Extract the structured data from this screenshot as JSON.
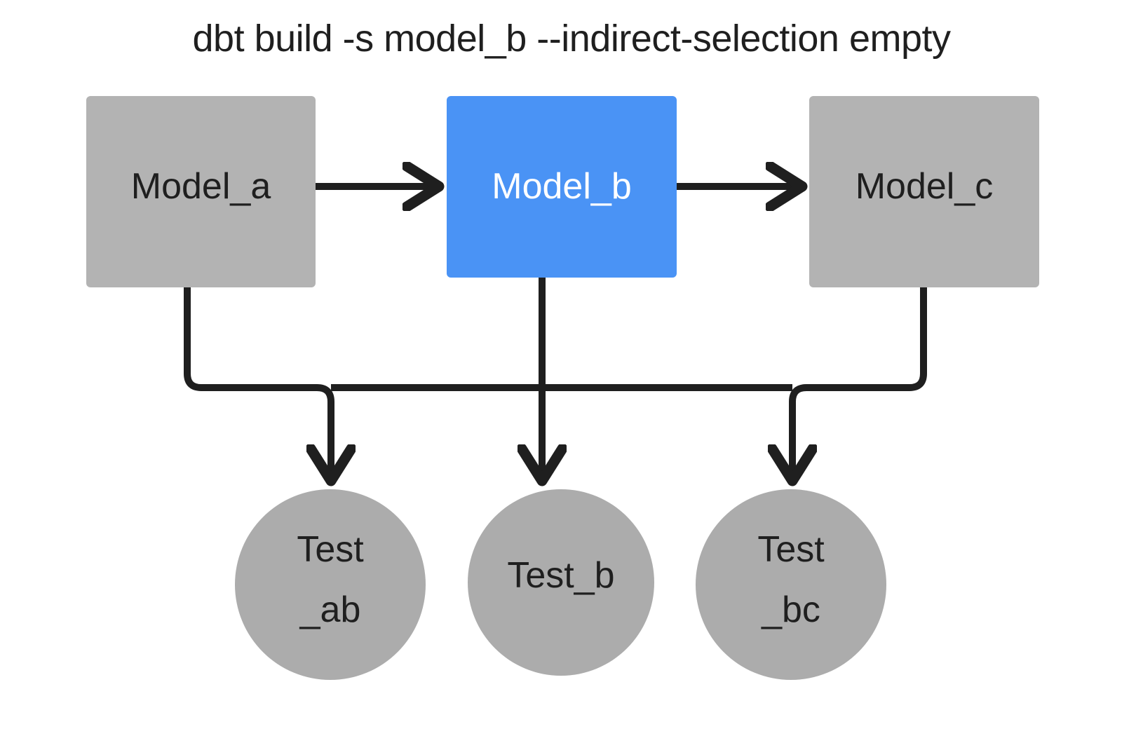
{
  "title": "dbt build -s model_b --indirect-selection empty",
  "colors": {
    "background": "#ffffff",
    "model_gray": "#b3b3b3",
    "model_selected_blue": "#4a93f5",
    "test_gray": "#acacac",
    "edge_black": "#1f1f1f",
    "text_dark": "#1f1f1f",
    "text_light": "#ffffff"
  },
  "models": [
    {
      "id": "model_a",
      "label": "Model_a",
      "state": "unselected"
    },
    {
      "id": "model_b",
      "label": "Model_b",
      "state": "selected"
    },
    {
      "id": "model_c",
      "label": "Model_c",
      "state": "unselected"
    }
  ],
  "tests": [
    {
      "id": "test_ab",
      "line1": "Test",
      "line2": "_ab",
      "state": "unselected"
    },
    {
      "id": "test_b",
      "line1": "Test_b",
      "line2": "",
      "state": "unselected"
    },
    {
      "id": "test_bc",
      "line1": "Test",
      "line2": "_bc",
      "state": "unselected"
    }
  ],
  "edges": [
    {
      "from": "model_a",
      "to": "model_b",
      "kind": "horizontal-arrow"
    },
    {
      "from": "model_b",
      "to": "model_c",
      "kind": "horizontal-arrow"
    },
    {
      "from": "model_a",
      "to": "test_ab",
      "kind": "elbow-arrow"
    },
    {
      "from": "model_b",
      "to": "test_b",
      "kind": "straight-arrow"
    },
    {
      "from": "model_c",
      "to": "test_bc",
      "kind": "elbow-arrow"
    }
  ]
}
